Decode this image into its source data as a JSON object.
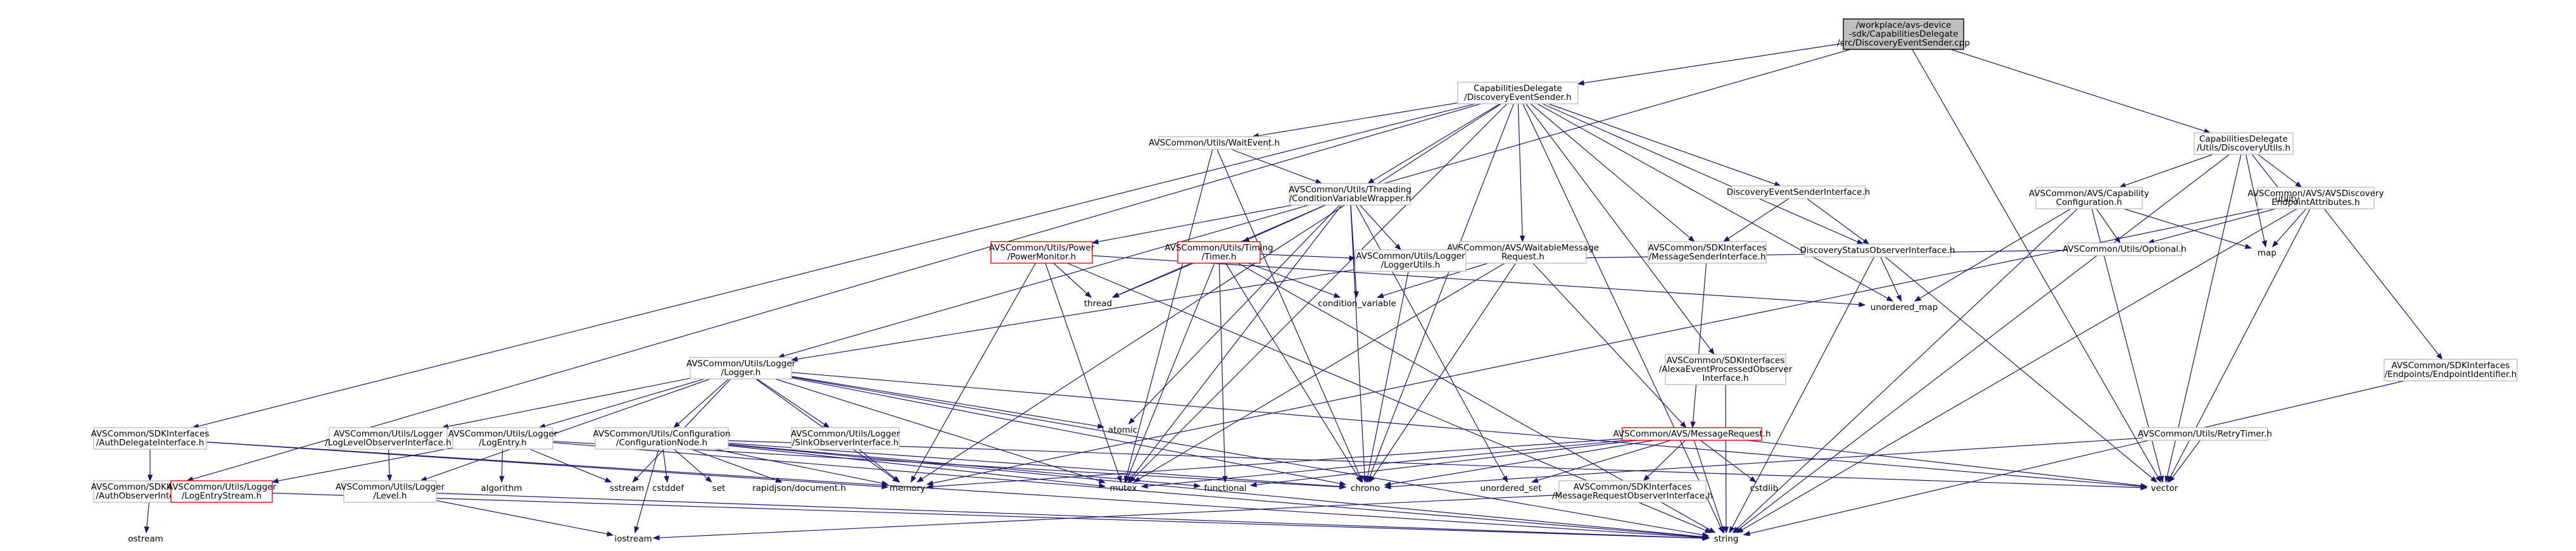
{
  "nodes": [
    {
      "id": "root",
      "lines": [
        "/workplace/avs-device",
        "-sdk/CapabilitiesDelegate",
        "/src/DiscoveryEventSender.cpp"
      ],
      "style": "root"
    },
    {
      "id": "des_h",
      "lines": [
        "CapabilitiesDelegate",
        "/DiscoveryEventSender.h"
      ],
      "style": "box"
    },
    {
      "id": "disc_utils",
      "lines": [
        "CapabilitiesDelegate",
        "/Utils/DiscoveryUtils.h"
      ],
      "style": "box"
    },
    {
      "id": "waitevent",
      "lines": [
        "AVSCommon/Utils/WaitEvent.h"
      ],
      "style": "box"
    },
    {
      "id": "cvw",
      "lines": [
        "AVSCommon/Utils/Threading",
        "/ConditionVariableWrapper.h"
      ],
      "style": "box"
    },
    {
      "id": "desi",
      "lines": [
        "DiscoveryEventSenderInterface.h"
      ],
      "style": "box"
    },
    {
      "id": "cap_config",
      "lines": [
        "AVSCommon/AVS/Capability",
        "Configuration.h"
      ],
      "style": "box"
    },
    {
      "id": "avs_disc",
      "lines": [
        "AVSCommon/AVS/AVSDiscovery",
        "EndpointAttributes.h"
      ],
      "style": "box"
    },
    {
      "id": "powermon",
      "lines": [
        "AVSCommon/Utils/Power",
        "/PowerMonitor.h"
      ],
      "style": "undoc"
    },
    {
      "id": "timer",
      "lines": [
        "AVSCommon/Utils/Timing",
        "/Timer.h"
      ],
      "style": "undoc"
    },
    {
      "id": "waitable",
      "lines": [
        "AVSCommon/AVS/WaitableMessage",
        "Request.h"
      ],
      "style": "box"
    },
    {
      "id": "msi",
      "lines": [
        "AVSCommon/SDKInterfaces",
        "/MessageSenderInterface.h"
      ],
      "style": "box"
    },
    {
      "id": "dsoi",
      "lines": [
        "DiscoveryStatusObserverInterface.h"
      ],
      "style": "box"
    },
    {
      "id": "optional",
      "lines": [
        "AVSCommon/Utils/Optional.h"
      ],
      "style": "box"
    },
    {
      "id": "loggerutils",
      "lines": [
        "AVSCommon/Utils/Logger",
        "/LoggerUtils.h"
      ],
      "style": "box"
    },
    {
      "id": "logger",
      "lines": [
        "AVSCommon/Utils/Logger",
        "/Logger.h"
      ],
      "style": "box"
    },
    {
      "id": "aepoi",
      "lines": [
        "AVSCommon/SDKInterfaces",
        "/AlexaEventProcessedObserver",
        "Interface.h"
      ],
      "style": "box"
    },
    {
      "id": "epid",
      "lines": [
        "AVSCommon/SDKInterfaces",
        "/Endpoints/EndpointIdentifier.h"
      ],
      "style": "box"
    },
    {
      "id": "adi",
      "lines": [
        "AVSCommon/SDKInterfaces",
        "/AuthDelegateInterface.h"
      ],
      "style": "box"
    },
    {
      "id": "llo",
      "lines": [
        "AVSCommon/Utils/Logger",
        "/LogLevelObserverInterface.h"
      ],
      "style": "box"
    },
    {
      "id": "logentry",
      "lines": [
        "AVSCommon/Utils/Logger",
        "/LogEntry.h"
      ],
      "style": "box"
    },
    {
      "id": "confnode",
      "lines": [
        "AVSCommon/Utils/Configuration",
        "/ConfigurationNode.h"
      ],
      "style": "box"
    },
    {
      "id": "sinkobs",
      "lines": [
        "AVSCommon/Utils/Logger",
        "/SinkObserverInterface.h"
      ],
      "style": "box"
    },
    {
      "id": "msgreq",
      "lines": [
        "AVSCommon/AVS/MessageRequest.h"
      ],
      "style": "undoc"
    },
    {
      "id": "retry",
      "lines": [
        "AVSCommon/Utils/RetryTimer.h"
      ],
      "style": "box"
    },
    {
      "id": "aoi",
      "lines": [
        "AVSCommon/SDKInterfaces",
        "/AuthObserverInterface.h"
      ],
      "style": "box"
    },
    {
      "id": "logentrystream",
      "lines": [
        "AVSCommon/Utils/Logger",
        "/LogEntryStream.h"
      ],
      "style": "undoc"
    },
    {
      "id": "level",
      "lines": [
        "AVSCommon/Utils/Logger",
        "/Level.h"
      ],
      "style": "box"
    },
    {
      "id": "mroi",
      "lines": [
        "AVSCommon/SDKInterfaces",
        "/MessageRequestObserverInterface.h"
      ],
      "style": "box"
    },
    {
      "id": "utility",
      "lines": [
        "utility"
      ],
      "style": "leaf"
    },
    {
      "id": "map",
      "lines": [
        "map"
      ],
      "style": "leaf"
    },
    {
      "id": "thread",
      "lines": [
        "thread"
      ],
      "style": "leaf"
    },
    {
      "id": "condvar",
      "lines": [
        "condition_variable"
      ],
      "style": "leaf"
    },
    {
      "id": "umap",
      "lines": [
        "unordered_map"
      ],
      "style": "leaf"
    },
    {
      "id": "atomic",
      "lines": [
        "atomic"
      ],
      "style": "leaf"
    },
    {
      "id": "algorithm",
      "lines": [
        "algorithm"
      ],
      "style": "leaf"
    },
    {
      "id": "sstream",
      "lines": [
        "sstream"
      ],
      "style": "leaf"
    },
    {
      "id": "cstddef",
      "lines": [
        "cstddef"
      ],
      "style": "leaf"
    },
    {
      "id": "set",
      "lines": [
        "set"
      ],
      "style": "leaf"
    },
    {
      "id": "rapidjson",
      "lines": [
        "rapidjson/document.h"
      ],
      "style": "leaf"
    },
    {
      "id": "memory",
      "lines": [
        "memory"
      ],
      "style": "leaf"
    },
    {
      "id": "mutex",
      "lines": [
        "mutex"
      ],
      "style": "leaf"
    },
    {
      "id": "functional",
      "lines": [
        "functional"
      ],
      "style": "leaf"
    },
    {
      "id": "chrono",
      "lines": [
        "chrono"
      ],
      "style": "leaf"
    },
    {
      "id": "uset",
      "lines": [
        "unordered_set"
      ],
      "style": "leaf"
    },
    {
      "id": "cstdlib",
      "lines": [
        "cstdlib"
      ],
      "style": "leaf"
    },
    {
      "id": "vector",
      "lines": [
        "vector"
      ],
      "style": "leaf"
    },
    {
      "id": "ostream",
      "lines": [
        "ostream"
      ],
      "style": "leaf"
    },
    {
      "id": "iostream",
      "lines": [
        "iostream"
      ],
      "style": "leaf"
    },
    {
      "id": "string",
      "lines": [
        "string"
      ],
      "style": "leaf"
    }
  ],
  "edges": [
    [
      "root",
      "des_h"
    ],
    [
      "root",
      "disc_utils"
    ],
    [
      "root",
      "logger"
    ],
    [
      "root",
      "vector"
    ],
    [
      "des_h",
      "waitevent"
    ],
    [
      "des_h",
      "cvw"
    ],
    [
      "des_h",
      "desi"
    ],
    [
      "des_h",
      "dsoi"
    ],
    [
      "des_h",
      "waitable"
    ],
    [
      "des_h",
      "msi"
    ],
    [
      "des_h",
      "aepoi"
    ],
    [
      "des_h",
      "adi"
    ],
    [
      "des_h",
      "aoi"
    ],
    [
      "des_h",
      "memory"
    ],
    [
      "des_h",
      "string"
    ],
    [
      "des_h",
      "umap"
    ],
    [
      "des_h",
      "chrono"
    ],
    [
      "des_h",
      "mutex"
    ],
    [
      "disc_utils",
      "cap_config"
    ],
    [
      "disc_utils",
      "avs_disc"
    ],
    [
      "disc_utils",
      "utility"
    ],
    [
      "disc_utils",
      "map"
    ],
    [
      "disc_utils",
      "vector"
    ],
    [
      "disc_utils",
      "string"
    ],
    [
      "waitevent",
      "cvw"
    ],
    [
      "waitevent",
      "mutex"
    ],
    [
      "waitevent",
      "chrono"
    ],
    [
      "cvw",
      "powermon"
    ],
    [
      "cvw",
      "timer"
    ],
    [
      "cvw",
      "loggerutils"
    ],
    [
      "cvw",
      "thread"
    ],
    [
      "cvw",
      "condvar"
    ],
    [
      "cvw",
      "atomic"
    ],
    [
      "cvw",
      "chrono"
    ],
    [
      "cvw",
      "mutex"
    ],
    [
      "cvw",
      "uset"
    ],
    [
      "desi",
      "msi"
    ],
    [
      "desi",
      "dsoi"
    ],
    [
      "cap_config",
      "optional"
    ],
    [
      "cap_config",
      "umap"
    ],
    [
      "cap_config",
      "vector"
    ],
    [
      "cap_config",
      "string"
    ],
    [
      "cap_config",
      "map"
    ],
    [
      "avs_disc",
      "optional"
    ],
    [
      "avs_disc",
      "epid"
    ],
    [
      "avs_disc",
      "map"
    ],
    [
      "avs_disc",
      "vector"
    ],
    [
      "avs_disc",
      "string"
    ],
    [
      "avs_disc",
      "memory"
    ],
    [
      "powermon",
      "thread"
    ],
    [
      "powermon",
      "memory"
    ],
    [
      "powermon",
      "mutex"
    ],
    [
      "powermon",
      "string"
    ],
    [
      "powermon",
      "umap"
    ],
    [
      "timer",
      "thread"
    ],
    [
      "timer",
      "condvar"
    ],
    [
      "timer",
      "chrono"
    ],
    [
      "timer",
      "functional"
    ],
    [
      "timer",
      "mutex"
    ],
    [
      "timer",
      "string"
    ],
    [
      "timer",
      "loggerutils"
    ],
    [
      "waitable",
      "msgreq"
    ],
    [
      "waitable",
      "condvar"
    ],
    [
      "waitable",
      "mutex"
    ],
    [
      "waitable",
      "chrono"
    ],
    [
      "msi",
      "msgreq"
    ],
    [
      "dsoi",
      "umap"
    ],
    [
      "dsoi",
      "string"
    ],
    [
      "dsoi",
      "vector"
    ],
    [
      "optional",
      "loggerutils"
    ],
    [
      "loggerutils",
      "logger"
    ],
    [
      "loggerutils",
      "chrono"
    ],
    [
      "logger",
      "llo"
    ],
    [
      "logger",
      "logentry"
    ],
    [
      "logger",
      "confnode"
    ],
    [
      "logger",
      "sinkobs"
    ],
    [
      "logger",
      "level"
    ],
    [
      "logger",
      "atomic"
    ],
    [
      "logger",
      "chrono"
    ],
    [
      "logger",
      "mutex"
    ],
    [
      "logger",
      "sstream"
    ],
    [
      "logger",
      "memory"
    ],
    [
      "logger",
      "vector"
    ],
    [
      "logger",
      "string"
    ],
    [
      "aepoi",
      "string"
    ],
    [
      "epid",
      "string"
    ],
    [
      "adi",
      "aoi"
    ],
    [
      "adi",
      "memory"
    ],
    [
      "adi",
      "string"
    ],
    [
      "llo",
      "level"
    ],
    [
      "logentry",
      "logentrystream"
    ],
    [
      "logentry",
      "algorithm"
    ],
    [
      "logentry",
      "sstream"
    ],
    [
      "logentry",
      "string"
    ],
    [
      "logentry",
      "chrono"
    ],
    [
      "confnode",
      "cstddef"
    ],
    [
      "confnode",
      "set"
    ],
    [
      "confnode",
      "rapidjson"
    ],
    [
      "confnode",
      "iostream"
    ],
    [
      "confnode",
      "string"
    ],
    [
      "confnode",
      "memory"
    ],
    [
      "confnode",
      "mutex"
    ],
    [
      "confnode",
      "functional"
    ],
    [
      "confnode",
      "chrono"
    ],
    [
      "confnode",
      "vector"
    ],
    [
      "sinkobs",
      "memory"
    ],
    [
      "msgreq",
      "mroi"
    ],
    [
      "msgreq",
      "memory"
    ],
    [
      "msgreq",
      "mutex"
    ],
    [
      "msgreq",
      "functional"
    ],
    [
      "msgreq",
      "chrono"
    ],
    [
      "msgreq",
      "uset"
    ],
    [
      "msgreq",
      "cstdlib"
    ],
    [
      "msgreq",
      "vector"
    ],
    [
      "msgreq",
      "string"
    ],
    [
      "retry",
      "chrono"
    ],
    [
      "retry",
      "vector"
    ],
    [
      "aoi",
      "ostream"
    ],
    [
      "logentrystream",
      "string"
    ],
    [
      "level",
      "iostream"
    ],
    [
      "level",
      "string"
    ],
    [
      "mroi",
      "iostream"
    ]
  ]
}
